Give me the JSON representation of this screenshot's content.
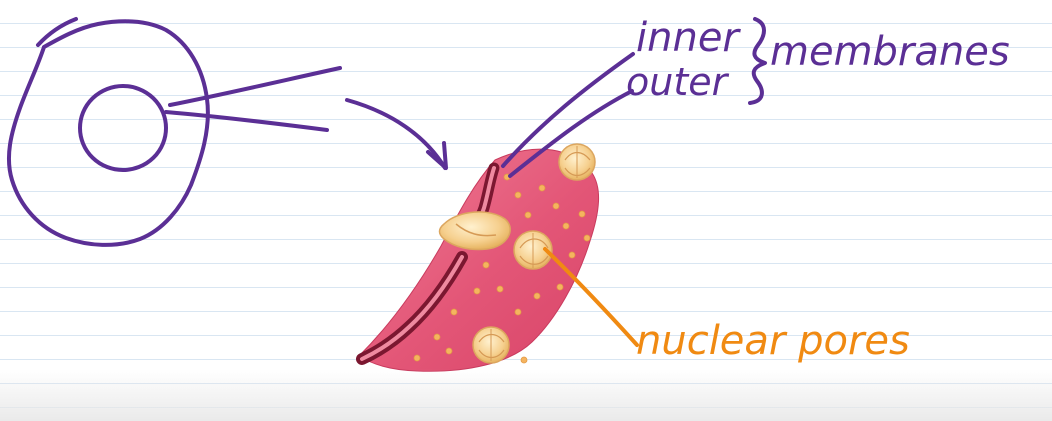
{
  "labels": {
    "inner": "inner",
    "outer": "outer",
    "membranes": "membranes",
    "nuclear_pores": "nuclear pores"
  },
  "colors": {
    "ink_purple": "#5b2f95",
    "ink_orange": "#f08a12",
    "membrane_pink": "#e35677",
    "membrane_dark": "#7b1730",
    "pore_tan": "#f2c77f",
    "ruled_line": "#d9e6f2"
  }
}
